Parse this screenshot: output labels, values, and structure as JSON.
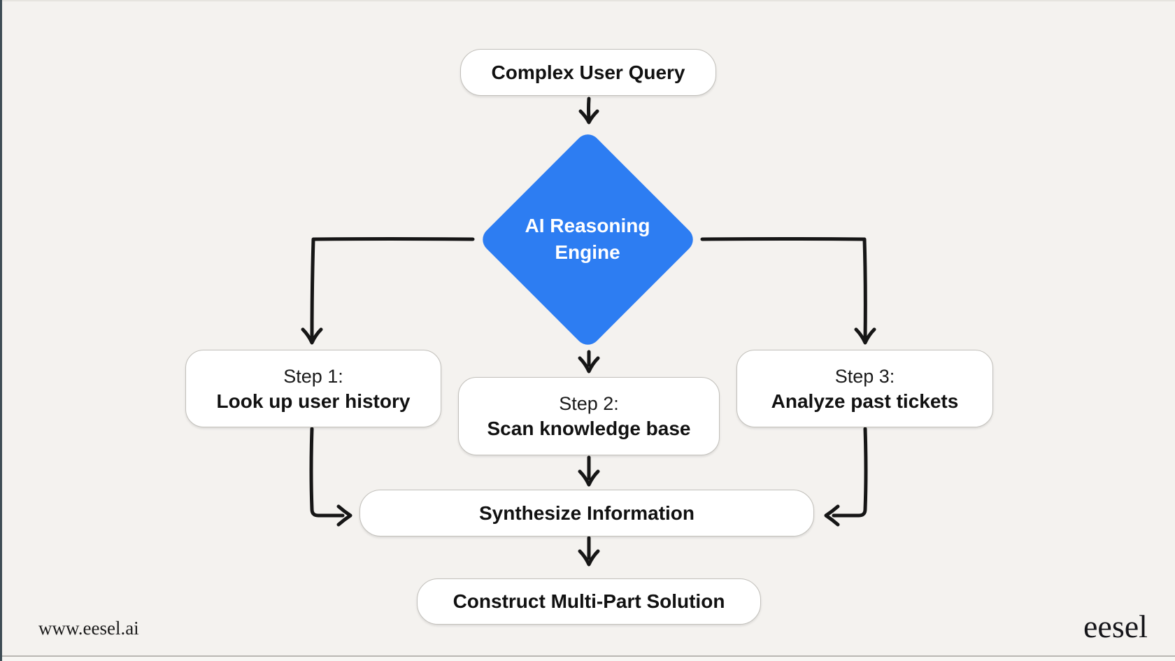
{
  "page": {
    "background": "#F4F2EF"
  },
  "colors": {
    "accent_blue": "#2D7DF2",
    "arrow_black": "#161616",
    "node_background": "#FFFFFF",
    "node_border": "#C2C0BB",
    "left_edge": "#3E4D55"
  },
  "nodes": {
    "query": {
      "label": "Complex User Query"
    },
    "engine": {
      "line1": "AI Reasoning",
      "line2": "Engine"
    },
    "step1": {
      "label": "Step 1:",
      "action": "Look up user history"
    },
    "step2": {
      "label": "Step 2:",
      "action": "Scan knowledge base"
    },
    "step3": {
      "label": "Step 3:",
      "action": "Analyze past tickets"
    },
    "synthesize": {
      "label": "Synthesize Information"
    },
    "construct": {
      "label": "Construct Multi-Part Solution"
    }
  },
  "footer": {
    "website": "www.eesel.ai",
    "logo": "eesel"
  }
}
